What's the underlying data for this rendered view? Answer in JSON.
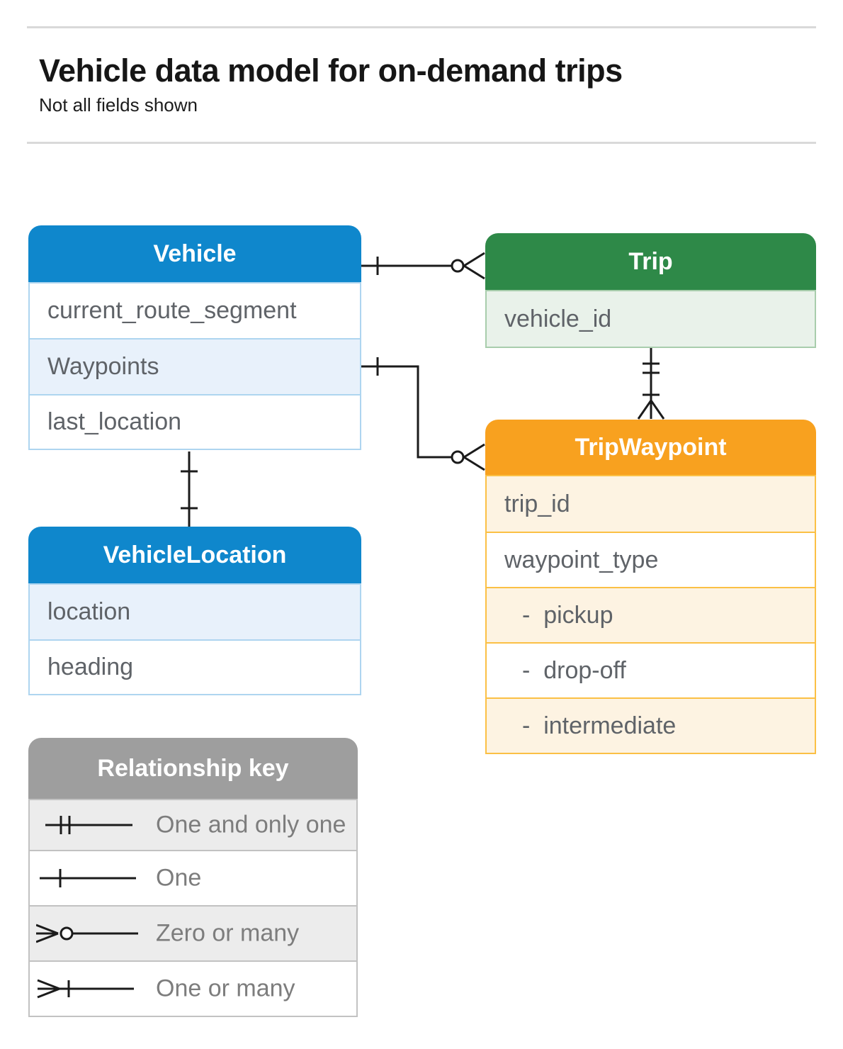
{
  "header": {
    "title": "Vehicle data model for on-demand trips",
    "subtitle": "Not all fields shown"
  },
  "colors": {
    "vehicle_blue": "#0f87cc",
    "vehicle_blue_tint": "#e8f1fb",
    "trip_green": "#2e8948",
    "trip_green_tint": "#e9f2ea",
    "waypoint_orange": "#f8a11f",
    "waypoint_orange_tint": "#fdf3e2",
    "key_gray": "#9e9e9e",
    "key_gray_tint": "#ececec",
    "line_black": "#1b1b1b",
    "divider_gray": "#d9d9d9"
  },
  "tables": {
    "vehicle": {
      "title": "Vehicle",
      "rows": [
        {
          "text": "current_route_segment"
        },
        {
          "text": "Waypoints"
        },
        {
          "text": "last_location"
        }
      ]
    },
    "trip": {
      "title": "Trip",
      "rows": [
        {
          "text": "vehicle_id"
        }
      ]
    },
    "trip_waypoint": {
      "title": "TripWaypoint",
      "rows": [
        {
          "text": "trip_id"
        },
        {
          "text": "waypoint_type"
        },
        {
          "text": "-  pickup"
        },
        {
          "text": "-  drop-off"
        },
        {
          "text": "-  intermediate"
        }
      ]
    },
    "vehicle_location": {
      "title": "VehicleLocation",
      "rows": [
        {
          "text": "location"
        },
        {
          "text": "heading"
        }
      ]
    }
  },
  "legend": {
    "title": "Relationship key",
    "items": [
      {
        "symbol": "one-and-only-one",
        "label": "One and only one"
      },
      {
        "symbol": "one",
        "label": "One"
      },
      {
        "symbol": "zero-or-many",
        "label": "Zero or many"
      },
      {
        "symbol": "one-or-many",
        "label": "One or many"
      }
    ]
  },
  "relationships": [
    {
      "from": "Vehicle",
      "to": "Trip",
      "from_cardinality": "One",
      "to_cardinality": "Zero or many"
    },
    {
      "from": "Vehicle.Waypoints",
      "to": "TripWaypoint",
      "from_cardinality": "One",
      "to_cardinality": "Zero or many"
    },
    {
      "from": "Trip",
      "to": "TripWaypoint",
      "from_cardinality": "One and only one",
      "to_cardinality": "One or many"
    },
    {
      "from": "Vehicle",
      "to": "VehicleLocation",
      "from_cardinality": "One",
      "to_cardinality": "One"
    }
  ]
}
